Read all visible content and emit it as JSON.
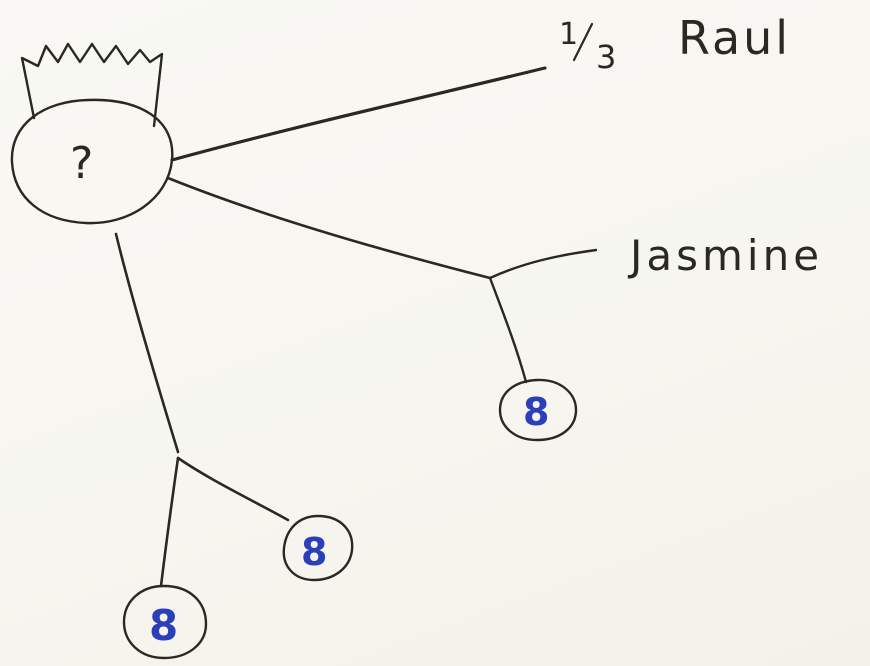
{
  "root": {
    "symbol": "?"
  },
  "branches": {
    "raul": {
      "fraction_numerator": "1",
      "fraction_denominator": "3",
      "name": "Raul"
    },
    "jasmine": {
      "name": "Jasmine",
      "child_value": "8"
    },
    "bottom": {
      "left_child_value": "8",
      "right_child_value": "8"
    }
  },
  "colors": {
    "ink": "#2b2822",
    "blue_ink": "#2a3fb8",
    "paper": "#f7f6f1"
  }
}
